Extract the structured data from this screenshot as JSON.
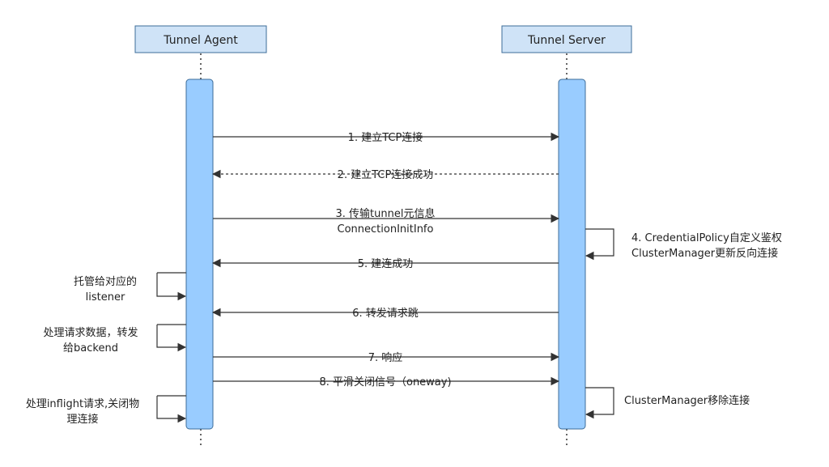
{
  "actors": {
    "agent": "Tunnel Agent",
    "server": "Tunnel Server"
  },
  "messages": {
    "m1": "1. 建立TCP连接",
    "m2": "2. 建立TCP连接成功",
    "m3a": "3. 传输tunnel元信息",
    "m3b": "ConnectionInitInfo",
    "m5": "5. 建连成功",
    "m6": "6. 转发请求跳",
    "m7": "7. 响应",
    "m8": "8. 平滑关闭信号（oneway)"
  },
  "self_notes": {
    "s4a": "4. CredentialPolicy自定义鉴权",
    "s4b": "ClusterManager更新反向连接",
    "agent1a": "托管给对应的",
    "agent1b": "listener",
    "agent2a": "处理请求数据，转发",
    "agent2b": "给backend",
    "agent3a": "处理inflight请求,关闭物",
    "agent3b": "理连接",
    "server_end": "ClusterManager移除连接"
  },
  "colors": {
    "actor_fill": "#cfe3f7",
    "actor_stroke": "#3d6c98",
    "activation_fill": "#99ccff",
    "activation_stroke": "#3d6c98",
    "line": "#333333"
  }
}
